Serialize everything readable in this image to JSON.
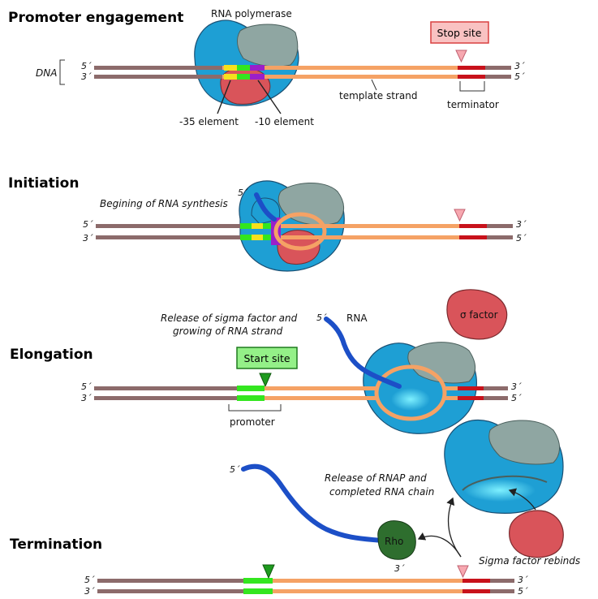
{
  "sections": {
    "promoter_engagement": "Promoter engagement",
    "initiation": "Initiation",
    "elongation": "Elongation",
    "termination": "Termination"
  },
  "labels": {
    "rna_polymerase": "RNA polymerase",
    "dna": "DNA",
    "template_strand": "template strand",
    "terminator": "terminator",
    "minus35": "-35 element",
    "minus10": "-10 element",
    "stop_site": "Stop site",
    "start_site": "Start site",
    "promoter": "promoter",
    "rna": "RNA",
    "sigma_factor": "σ factor",
    "rho": "Rho",
    "beginning_rna": "Begining of RNA synthesis",
    "release_sigma_1": "Release of sigma factor and",
    "release_sigma_2": "growing of RNA strand",
    "release_rnap_1": "Release of RNAP and",
    "release_rnap_2": "completed RNA chain",
    "sigma_rebinds": "Sigma factor rebinds",
    "five_prime": "5´",
    "three_prime": "3´"
  },
  "colors": {
    "dna_strand": "#8c6b6b",
    "template_strand": "#f5a265",
    "polymerase": "#1e9fd4",
    "polymerase_cap": "#8fa6a2",
    "sigma": "#d9545a",
    "minus35_element": "#f5e11c",
    "minus10_element": "#9b1fc9",
    "promoter_green": "#33e61f",
    "terminator": "#c8121b",
    "stop_marker": "#f7a8b0",
    "start_marker": "#1e9a1e",
    "rna": "#1c4fc7",
    "rho": "#2e6e2e"
  }
}
